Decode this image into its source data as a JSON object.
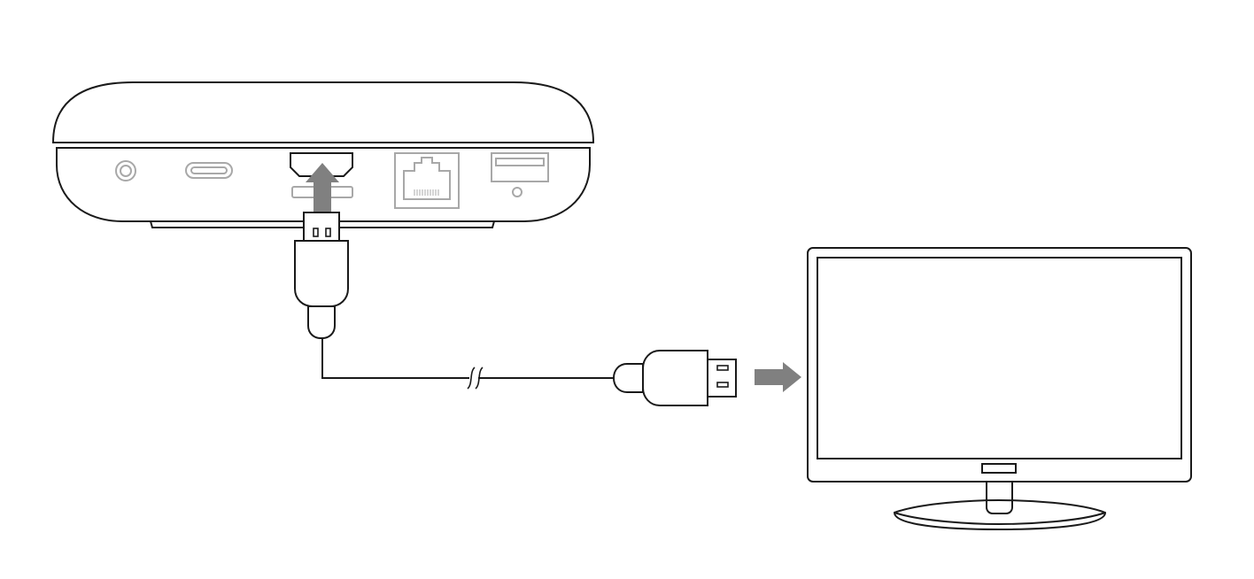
{
  "diagram": {
    "devices": [
      {
        "id": "media-box",
        "icon": "set-top-box",
        "ports": [
          "audio-jack",
          "usb-c",
          "hdmi",
          "ethernet",
          "usb-a"
        ]
      },
      {
        "id": "monitor",
        "icon": "monitor"
      }
    ],
    "connections": [
      {
        "from": "media-box.hdmi",
        "to": "monitor",
        "cable": "hdmi-cable",
        "cable_break": true
      }
    ],
    "arrows": [
      {
        "name": "insert-into-port-arrow",
        "direction": "up"
      },
      {
        "name": "to-monitor-arrow",
        "direction": "right"
      }
    ],
    "colors": {
      "line": "#1a1a1a",
      "port_gray": "#a8a8a8",
      "arrow": "#808080"
    }
  }
}
